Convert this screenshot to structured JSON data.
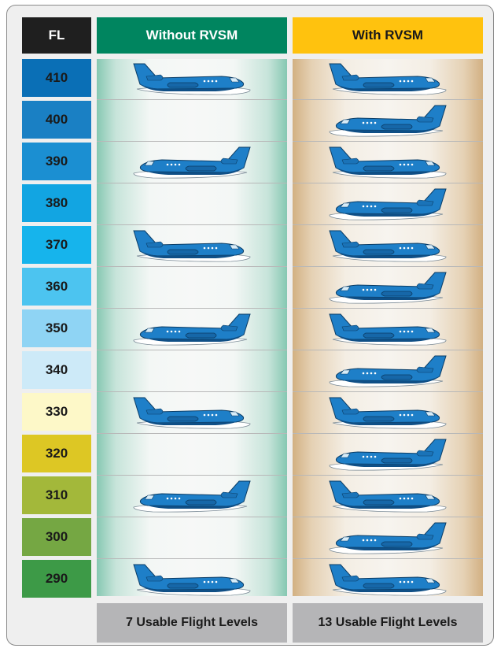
{
  "headers": {
    "fl": "FL",
    "without": "Without RVSM",
    "with": "With RVSM"
  },
  "levels": [
    {
      "fl": "410",
      "color": "#0a6fb6",
      "without": "eastbound",
      "with": "eastbound"
    },
    {
      "fl": "400",
      "color": "#1a80c4",
      "without": "",
      "with": "westbound"
    },
    {
      "fl": "390",
      "color": "#1b8fd2",
      "without": "westbound",
      "with": "eastbound"
    },
    {
      "fl": "380",
      "color": "#12a5e2",
      "without": "",
      "with": "westbound"
    },
    {
      "fl": "370",
      "color": "#16b4ec",
      "without": "eastbound",
      "with": "eastbound"
    },
    {
      "fl": "360",
      "color": "#4cc4f0",
      "without": "",
      "with": "westbound"
    },
    {
      "fl": "350",
      "color": "#8fd4f4",
      "without": "westbound",
      "with": "eastbound"
    },
    {
      "fl": "340",
      "color": "#cdeaf8",
      "without": "",
      "with": "westbound"
    },
    {
      "fl": "330",
      "color": "#fdf8c8",
      "without": "eastbound",
      "with": "eastbound"
    },
    {
      "fl": "320",
      "color": "#ddc724",
      "without": "",
      "with": "westbound"
    },
    {
      "fl": "310",
      "color": "#a3b83a",
      "without": "westbound",
      "with": "eastbound"
    },
    {
      "fl": "300",
      "color": "#75a743",
      "without": "",
      "with": "westbound"
    },
    {
      "fl": "290",
      "color": "#3d9a47",
      "without": "eastbound",
      "with": "eastbound"
    }
  ],
  "footers": {
    "without": "7 Usable Flight Levels",
    "with": "13 Usable Flight Levels"
  },
  "colors": {
    "without_header": "#00855f",
    "with_header": "#ffc20e",
    "fl_header": "#1f1f1f",
    "aircraft": "#1e7fc8",
    "footer": "#b5b5b7"
  }
}
